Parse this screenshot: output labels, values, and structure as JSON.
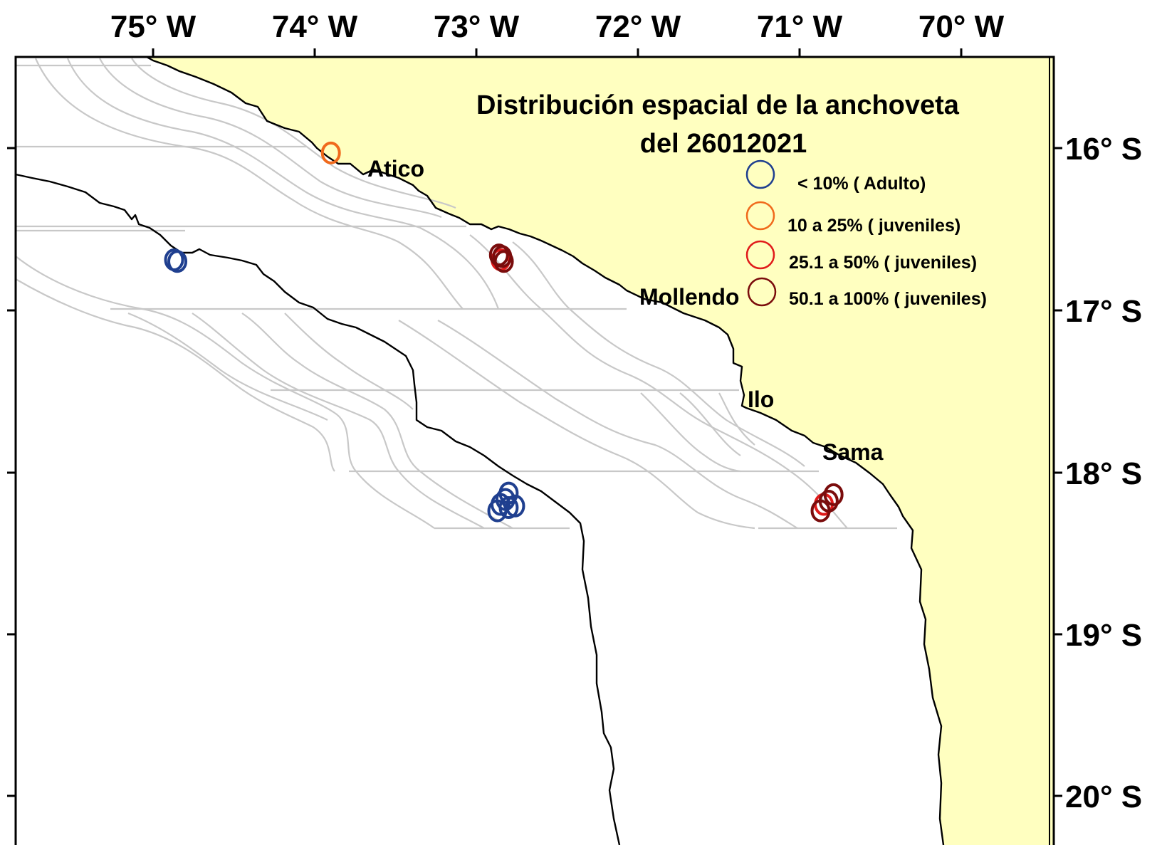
{
  "title_line1": "Distribución espacial de la anchoveta",
  "title_line2": "del 26012021",
  "longitude_labels": [
    "75° W",
    "74° W",
    "73° W",
    "72° W",
    "71° W",
    "70° W"
  ],
  "latitude_labels": [
    "16° S",
    "17° S",
    "18° S",
    "19° S",
    "20° S"
  ],
  "places": [
    "Atico",
    "Mollendo",
    "Ilo",
    "Sama"
  ],
  "legend": [
    {
      "label": "< 10% ( Adulto)",
      "color": "#1f3f8f"
    },
    {
      "label": "10 a 25% ( juveniles)",
      "color": "#f06a1c"
    },
    {
      "label": "25.1 a 50% ( juveniles)",
      "color": "#e01a1a"
    },
    {
      "label": "50.1 a 100%  ( juveniles)",
      "color": "#7a0c0c"
    }
  ],
  "colors": {
    "land": "#ffffc0",
    "sea": "#ffffff",
    "grid": "#c8c8c8"
  },
  "observations": [
    {
      "lon": 73.9,
      "lat": 16.03,
      "cls": 1
    },
    {
      "lon": 74.85,
      "lat": 16.7,
      "cls": 0
    },
    {
      "lon": 74.87,
      "lat": 16.69,
      "cls": 0
    },
    {
      "lon": 72.85,
      "lat": 16.69,
      "cls": 2
    },
    {
      "lon": 72.84,
      "lat": 16.67,
      "cls": 3
    },
    {
      "lon": 72.86,
      "lat": 16.66,
      "cls": 3
    },
    {
      "lon": 72.83,
      "lat": 16.7,
      "cls": 3
    },
    {
      "lon": 72.8,
      "lat": 18.13,
      "cls": 0
    },
    {
      "lon": 72.82,
      "lat": 18.17,
      "cls": 0
    },
    {
      "lon": 72.85,
      "lat": 18.2,
      "cls": 0
    },
    {
      "lon": 72.76,
      "lat": 18.21,
      "cls": 0
    },
    {
      "lon": 72.8,
      "lat": 18.22,
      "cls": 0
    },
    {
      "lon": 72.87,
      "lat": 18.24,
      "cls": 0
    },
    {
      "lon": 70.85,
      "lat": 18.2,
      "cls": 2
    },
    {
      "lon": 70.82,
      "lat": 18.18,
      "cls": 3
    },
    {
      "lon": 70.79,
      "lat": 18.14,
      "cls": 3
    },
    {
      "lon": 70.87,
      "lat": 18.24,
      "cls": 3
    }
  ]
}
